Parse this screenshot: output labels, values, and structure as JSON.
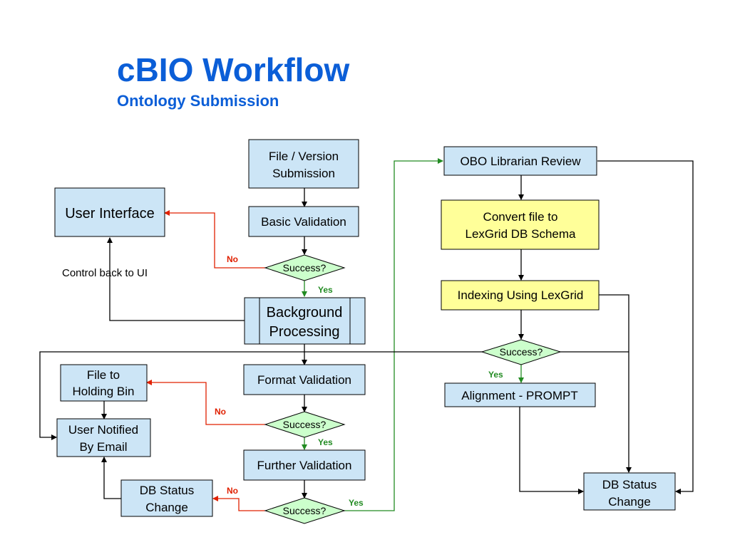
{
  "header": {
    "title": "cBIO Workflow",
    "subtitle": "Ontology Submission"
  },
  "colors": {
    "title": "#0b5ed7",
    "process_box": "#cce5f6",
    "highlight_box": "#ffff99",
    "decision": "#ccffcc",
    "no_arrow": "#e02000",
    "yes_arrow": "#228b22"
  },
  "nodes": {
    "file_version_submission": [
      "File / Version",
      "Submission"
    ],
    "basic_validation": "Basic Validation",
    "user_interface": "User Interface",
    "success_1": "Success?",
    "background_processing": [
      "Background",
      "Processing"
    ],
    "format_validation": "Format Validation",
    "success_2": "Success?",
    "further_validation": "Further Validation",
    "success_3": "Success?",
    "file_to_holding_bin": [
      "File to",
      "Holding Bin"
    ],
    "user_notified": [
      "User Notified",
      "By Email"
    ],
    "db_status_change_left": [
      "DB Status",
      "Change"
    ],
    "obo_librarian_review": "OBO Librarian Review",
    "convert_file": [
      "Convert file to",
      "LexGrid DB Schema"
    ],
    "indexing": "Indexing Using LexGrid",
    "success_4": "Success?",
    "alignment": "Alignment - PROMPT",
    "db_status_change_right": [
      "DB Status",
      "Change"
    ]
  },
  "edge_labels": {
    "no_1": "No",
    "yes_1": "Yes",
    "control_back": "Control back to UI",
    "no_2": "No",
    "yes_2": "Yes",
    "no_3": "No",
    "yes_3": "Yes",
    "yes_4": "Yes"
  }
}
